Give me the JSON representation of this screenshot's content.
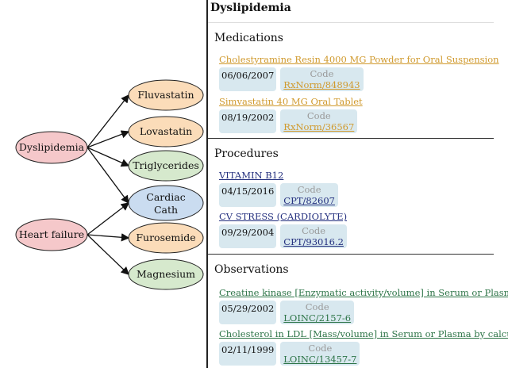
{
  "graph": {
    "diseases": [
      {
        "label": "Dyslipidemia",
        "color": "#f5c8ca"
      },
      {
        "label": "Heart failure",
        "color": "#f5c8ca"
      }
    ],
    "targets": [
      {
        "label": "Fluvastatin",
        "color": "#fbdcb9"
      },
      {
        "label": "Lovastatin",
        "color": "#fbdcb9"
      },
      {
        "label": "Triglycerides",
        "color": "#d6e9cd"
      },
      {
        "label": "Cardiac",
        "label2": "Cath",
        "color": "#cadcf0"
      },
      {
        "label": "Furosemide",
        "color": "#fbdcb9"
      },
      {
        "label": "Magnesium",
        "color": "#d6e9cd"
      }
    ],
    "edges": [
      [
        0,
        0
      ],
      [
        0,
        1
      ],
      [
        0,
        2
      ],
      [
        0,
        3
      ],
      [
        1,
        3
      ],
      [
        1,
        4
      ],
      [
        1,
        5
      ]
    ]
  },
  "panel": {
    "title": "Dyslipidemia",
    "code_label": "Code",
    "sections": [
      {
        "name": "Medications",
        "color": "#d09a2e",
        "items": [
          {
            "name": "Cholestyramine Resin 4000 MG Powder for Oral Suspension",
            "date": "06/06/2007",
            "code": "RxNorm/848943"
          },
          {
            "name": "Simvastatin 40 MG Oral Tablet",
            "date": "08/19/2002",
            "code": "RxNorm/36567"
          }
        ]
      },
      {
        "name": "Procedures",
        "color": "#24307f",
        "items": [
          {
            "name": "VITAMIN B12",
            "date": "04/15/2016",
            "code": "CPT/82607"
          },
          {
            "name": "CV STRESS (CARDIOLYTE)",
            "date": "09/29/2004",
            "code": "CPT/93016.2"
          }
        ]
      },
      {
        "name": "Observations",
        "color": "#2e7548",
        "items": [
          {
            "name": "Creatine kinase [Enzymatic activity/volume] in Serum or Plasma",
            "date": "05/29/2002",
            "code": "LOINC/2157-6"
          },
          {
            "name": "Cholesterol in LDL [Mass/volume] in Serum or Plasma by calculation",
            "date": "02/11/1999",
            "code": "LOINC/13457-7"
          }
        ]
      }
    ]
  }
}
